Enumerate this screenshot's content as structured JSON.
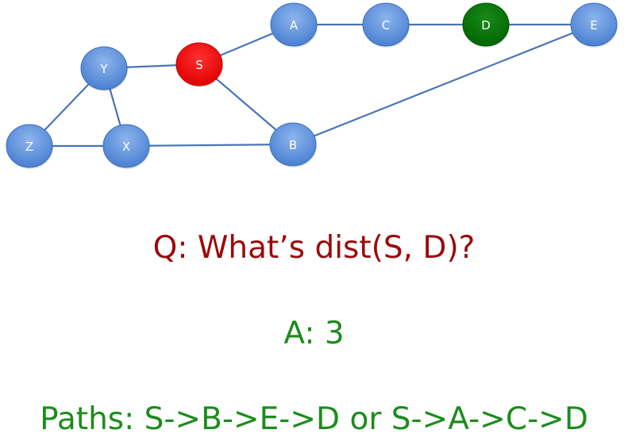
{
  "colors": {
    "node_default": "#5b8fd9",
    "node_source": "#ff0000",
    "node_target": "#007a00",
    "edge": "#4a74b5",
    "question_text": "#9b0a0a",
    "answer_text": "#1c8c1c"
  },
  "graph": {
    "nodes": [
      {
        "id": "Y",
        "label": "Y",
        "role": "default"
      },
      {
        "id": "S",
        "label": "S",
        "role": "source"
      },
      {
        "id": "A",
        "label": "A",
        "role": "default"
      },
      {
        "id": "C",
        "label": "C",
        "role": "default"
      },
      {
        "id": "D",
        "label": "D",
        "role": "target"
      },
      {
        "id": "E",
        "label": "E",
        "role": "default"
      },
      {
        "id": "Z",
        "label": "Z",
        "role": "default"
      },
      {
        "id": "X",
        "label": "X",
        "role": "default"
      },
      {
        "id": "B",
        "label": "B",
        "role": "default"
      }
    ],
    "edges": [
      [
        "Y",
        "S"
      ],
      [
        "Y",
        "Z"
      ],
      [
        "Y",
        "X"
      ],
      [
        "Z",
        "X"
      ],
      [
        "X",
        "B"
      ],
      [
        "S",
        "A"
      ],
      [
        "S",
        "B"
      ],
      [
        "A",
        "C"
      ],
      [
        "C",
        "D"
      ],
      [
        "D",
        "E"
      ],
      [
        "B",
        "E"
      ]
    ]
  },
  "question": "Q: What’s dist(S, D)?",
  "answer": "A: 3",
  "paths": "Paths: S->B->E->D or S->A->C->D"
}
